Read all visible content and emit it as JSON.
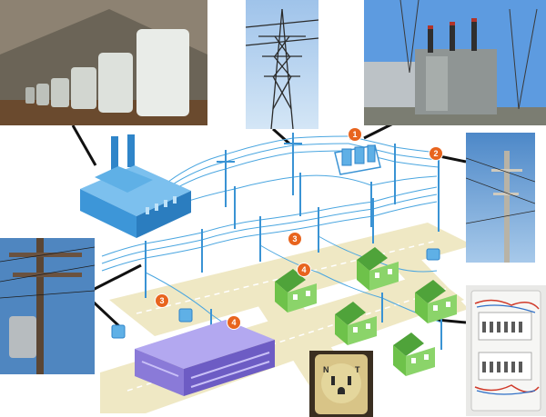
{
  "markers": {
    "m1": "1",
    "m2": "2",
    "m3a": "3",
    "m3b": "3",
    "m4a": "4",
    "m4b": "4"
  },
  "outlet": {
    "n": "N",
    "t": "T"
  },
  "colors": {
    "marker": "#e8641e",
    "wire": "#4aa6e0",
    "building_blue": "#3d96d8",
    "houses": "#6ec24a",
    "factory": "#8a7ad8",
    "road": "#efe8c4"
  }
}
